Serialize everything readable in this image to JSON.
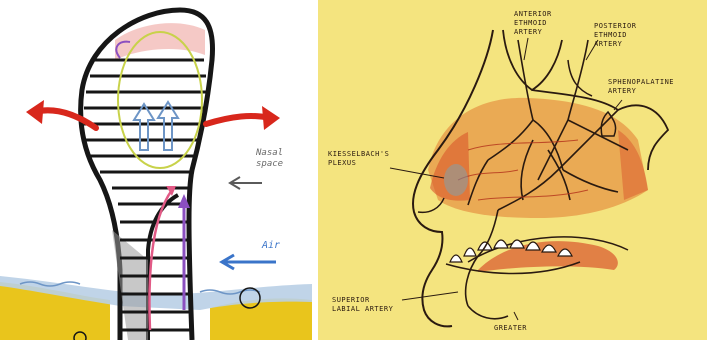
{
  "left_sketch": {
    "labels": {
      "nasal_space": [
        "Nasal",
        "space"
      ],
      "air": "Air"
    },
    "colors": {
      "arrow_red": "#d8271c",
      "outline": "#161616",
      "sand": "#e9c51c",
      "water": "#b9cfe6",
      "air_arrow": "#3a74c9",
      "inner_arrow_purple": "#8b4fc0",
      "inner_arrow_pink": "#e25a86",
      "ring_green": "#c8d24a"
    }
  },
  "right_sketch": {
    "labels": {
      "anterior_ethmoid": [
        "ANTERIOR",
        "ETHMOID",
        "ARTERY"
      ],
      "posterior_ethmoid": [
        "POSTERIOR",
        "ETHMOID",
        "ARTERY"
      ],
      "sphenopalatine": [
        "SPHENOPALATINE",
        "ARTERY"
      ],
      "kiesselbach": [
        "KIESSELBACH'S",
        "PLEXUS"
      ],
      "superior_labial": [
        "SUPERIOR",
        "LABIAL ARTERY"
      ],
      "greater": "GREATER"
    },
    "colors": {
      "paper": "#f4e47f",
      "ink": "#2a1a10",
      "flesh_orange": "#e7a04c",
      "flesh_red": "#d9562c"
    }
  }
}
